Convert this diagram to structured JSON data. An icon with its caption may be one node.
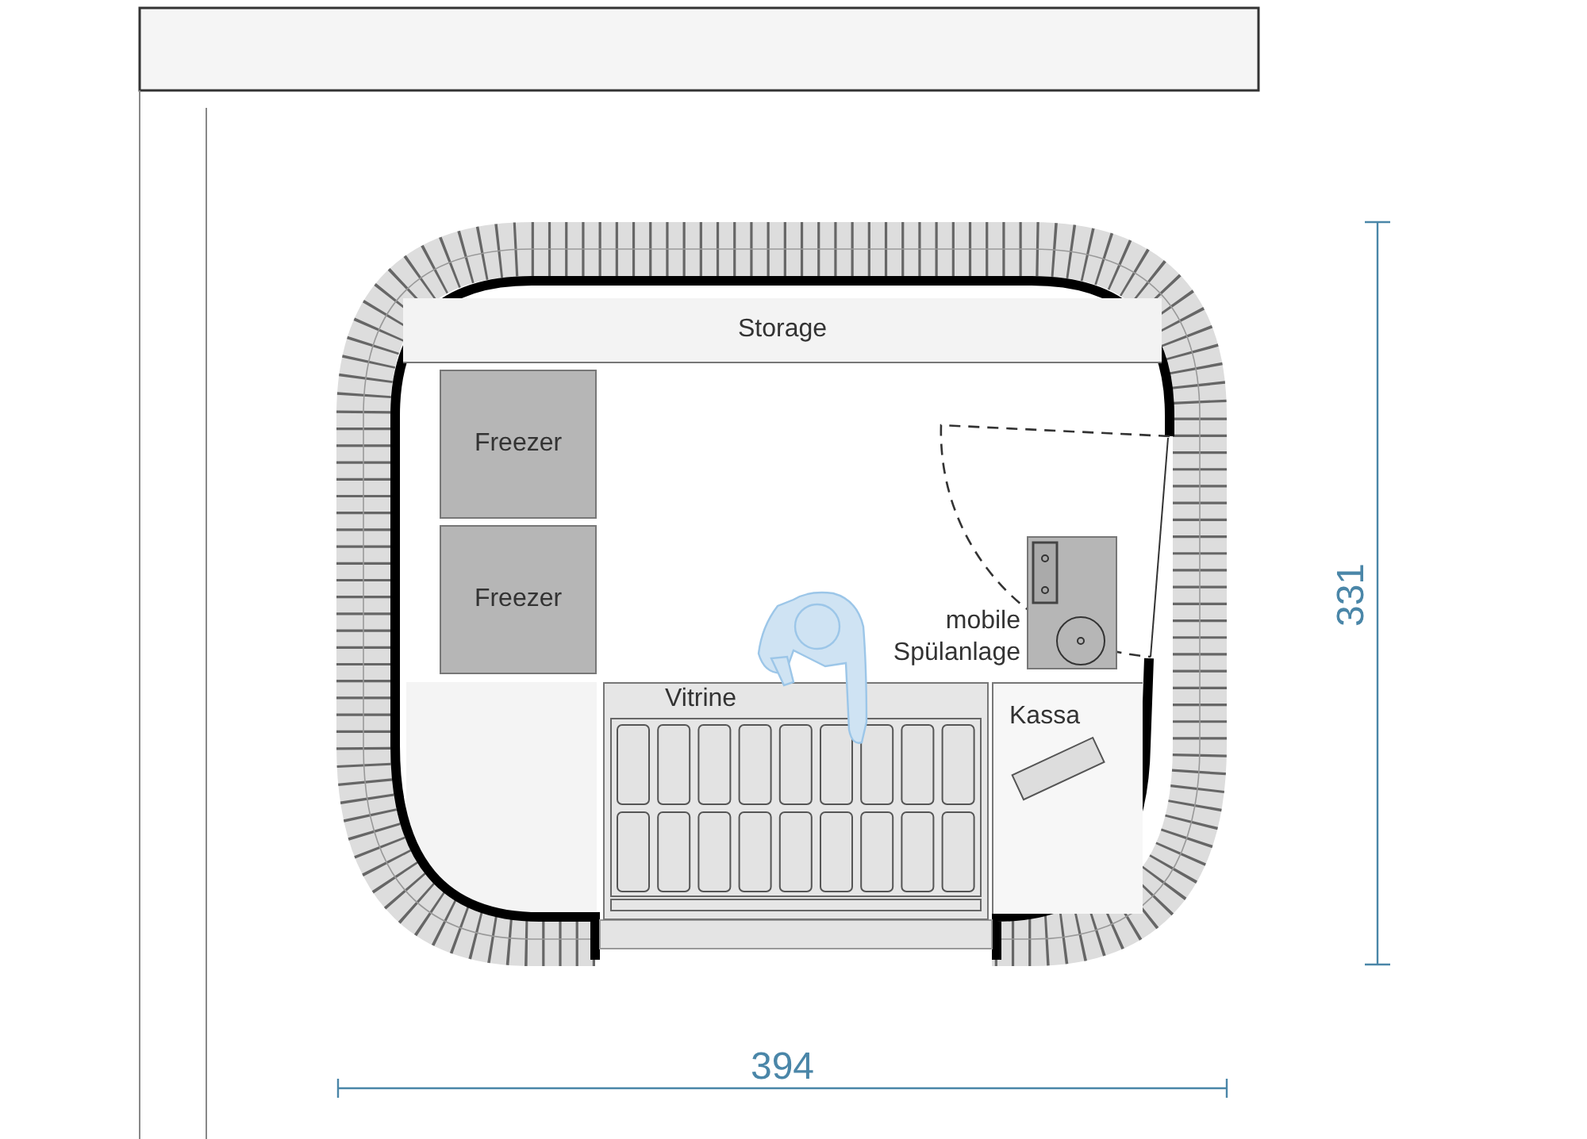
{
  "diagram": {
    "nodes": [
      {
        "text": [
          "Storage"
        ]
      },
      {
        "text": [
          "Freezer"
        ]
      },
      {
        "text": [
          "Freezer"
        ]
      },
      {
        "text": [
          "Vitrine"
        ]
      },
      {
        "text": [
          "Kassa"
        ]
      },
      {
        "text": [],
        "shape": "box",
        "beside": [
          "mobile Spülanlage"
        ]
      }
    ],
    "edges": [],
    "labels": [
      "394",
      "331"
    ]
  }
}
